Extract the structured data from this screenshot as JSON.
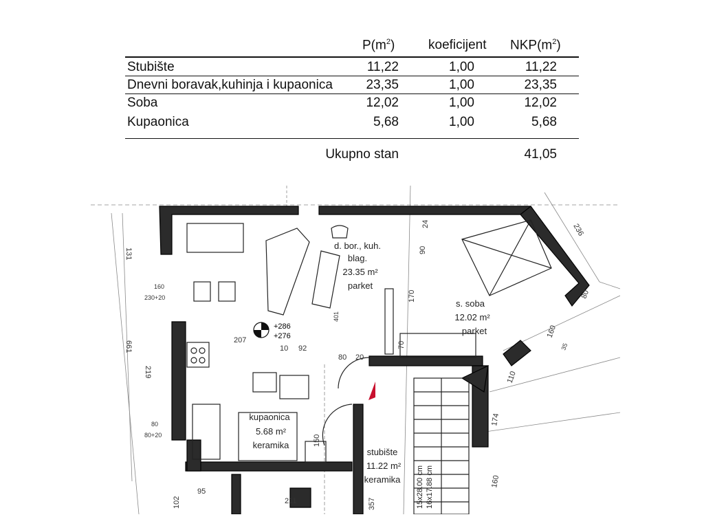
{
  "table": {
    "headers": {
      "area": "P(m",
      "area_sup": "2",
      "area_close": ")",
      "coef": "koeficijent",
      "nkp": "NKP(m",
      "nkp_sup": "2",
      "nkp_close": ")"
    },
    "rows": [
      {
        "name": "Stubište",
        "area": "11,22",
        "coef": "1,00",
        "nkp": "11,22"
      },
      {
        "name": "Dnevni boravak,kuhinja i kupaonica",
        "area": "23,35",
        "coef": "1,00",
        "nkp": "23,35"
      },
      {
        "name": "Soba",
        "area": "12,02",
        "coef": "1,00",
        "nkp": "12,02"
      },
      {
        "name": "Kupaonica",
        "area": "5,68",
        "coef": "1,00",
        "nkp": "5,68"
      }
    ],
    "total": {
      "label": "Ukupno stan",
      "value": "41,05"
    }
  },
  "plan": {
    "living": {
      "l1": "d. bor., kuh.",
      "l2": "blag.",
      "l3": "23.35 m²",
      "l4": "parket"
    },
    "bedroom": {
      "l1": "s. soba",
      "l2": "12.02 m²",
      "l3": "parket"
    },
    "bathroom": {
      "l1": "kupaonica",
      "l2": "5.68 m²",
      "l3": "keramika"
    },
    "stairs": {
      "l1": "stubište",
      "l2": "11.22 m²",
      "l3": "keramika"
    },
    "stair_spec": {
      "l1": "15x28.00 cm",
      "l2": "16x17.88 cm"
    },
    "levels": {
      "a": "+286",
      "b": "+276"
    },
    "dims": {
      "d131": "131",
      "d661": "661",
      "d219": "219",
      "d160": "160",
      "d230": "230+20",
      "d80": "80",
      "d80b": "80+20",
      "d207": "207",
      "d10": "10",
      "d92": "92",
      "d80c": "80",
      "d20": "20",
      "d70": "70",
      "d170": "170",
      "d90": "90",
      "d24": "24",
      "d236": "236",
      "d80d": "80",
      "d160b": "160",
      "d110": "110",
      "d174": "174",
      "d160c": "160",
      "d357": "357",
      "d95": "95",
      "d211": "211",
      "d150": "150",
      "d102": "102",
      "d401": "401",
      "d35": "35"
    }
  }
}
